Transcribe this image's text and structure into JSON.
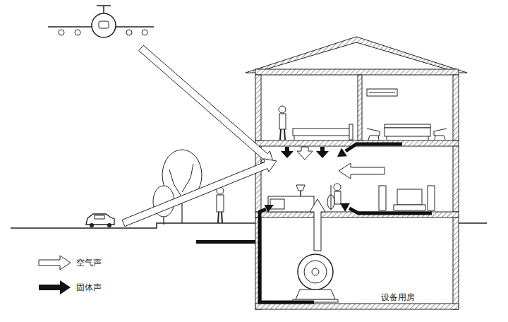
{
  "diagram": {
    "nodes": [
      {
        "text": [
          "设备用房"
        ]
      }
    ],
    "legend": [
      {
        "text": "空气声"
      },
      {
        "text": "固体声"
      }
    ]
  }
}
